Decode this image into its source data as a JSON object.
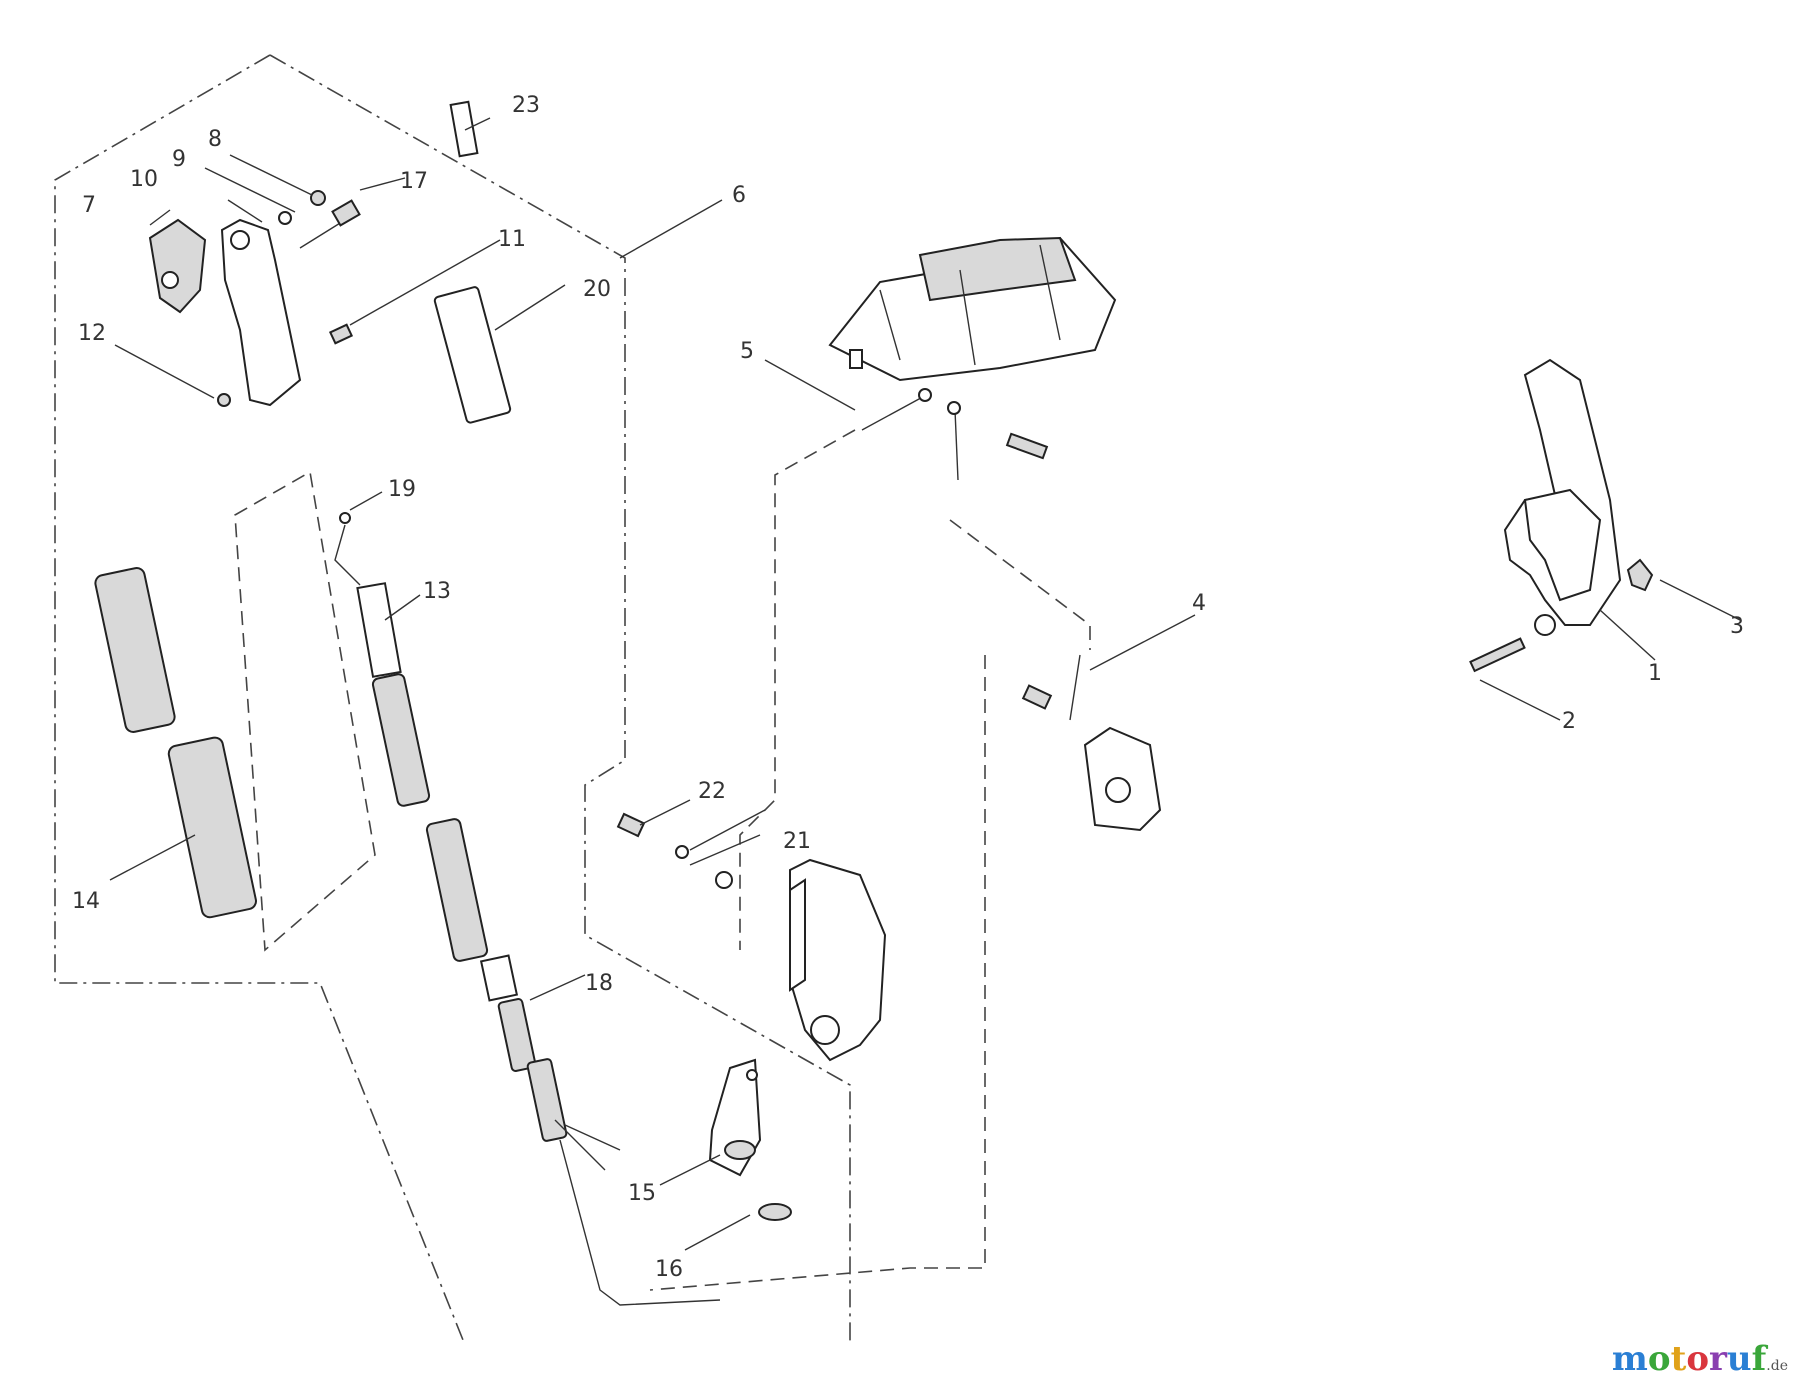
{
  "diagram": {
    "callouts": {
      "c1": "1",
      "c2": "2",
      "c3": "3",
      "c4": "4",
      "c5": "5",
      "c6": "6",
      "c7": "7",
      "c8": "8",
      "c9": "9",
      "c10": "10",
      "c11": "11",
      "c12": "12",
      "c13": "13",
      "c14": "14",
      "c15": "15",
      "c16": "16",
      "c17": "17",
      "c18": "18",
      "c19": "19",
      "c20": "20",
      "c21": "21",
      "c22": "22",
      "c23": "23"
    }
  },
  "watermark": {
    "name": "motoruf",
    "tld": ".de",
    "colors": [
      "#2a7fd4",
      "#3aa63a",
      "#e0a21a",
      "#d9363e",
      "#8a3fb0"
    ]
  }
}
